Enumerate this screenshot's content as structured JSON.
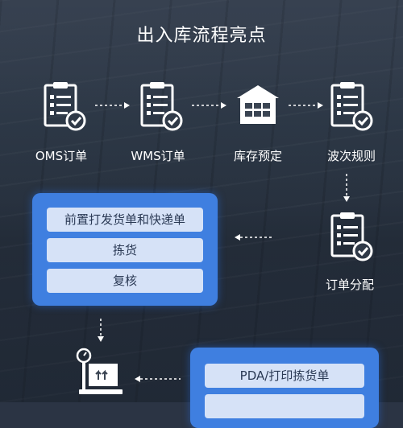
{
  "title": "出入库流程亮点",
  "nodes": {
    "oms": "OMS订单",
    "wms": "WMS订单",
    "reserve": "库存预定",
    "wave": "波次规则",
    "allocate": "订单分配"
  },
  "panel1": {
    "items": [
      "前置打发货单和快递单",
      "拣货",
      "复核"
    ]
  },
  "panel2": {
    "items": [
      "PDA/打印拣货单"
    ]
  },
  "colors": {
    "panel": "#3f7fe0",
    "pill": "#d6e2f7",
    "pill_text": "#2b3a55",
    "icon_check": "#ffffff"
  }
}
